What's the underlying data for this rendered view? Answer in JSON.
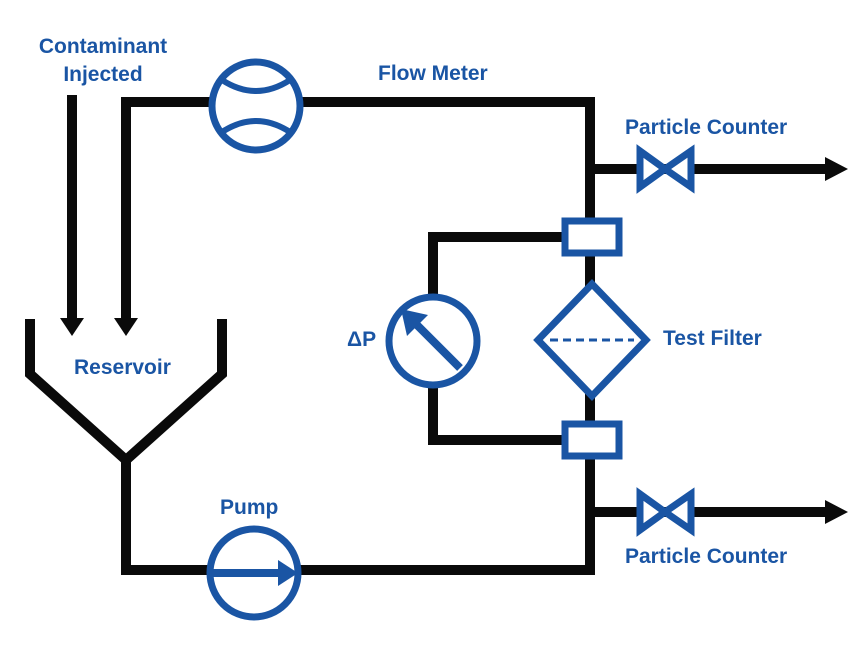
{
  "labels": {
    "contaminant_line1": "Contaminant",
    "contaminant_line2": "Injected",
    "flow_meter": "Flow Meter",
    "particle_counter_top": "Particle Counter",
    "particle_counter_bottom": "Particle Counter",
    "reservoir": "Reservoir",
    "delta_p": "ΔP",
    "test_filter": "Test Filter",
    "pump": "Pump"
  },
  "colors": {
    "label_blue": "#1a55a4",
    "component_blue": "#1a55a4",
    "pipe_black": "#0a0a0a",
    "background": "#ffffff"
  }
}
